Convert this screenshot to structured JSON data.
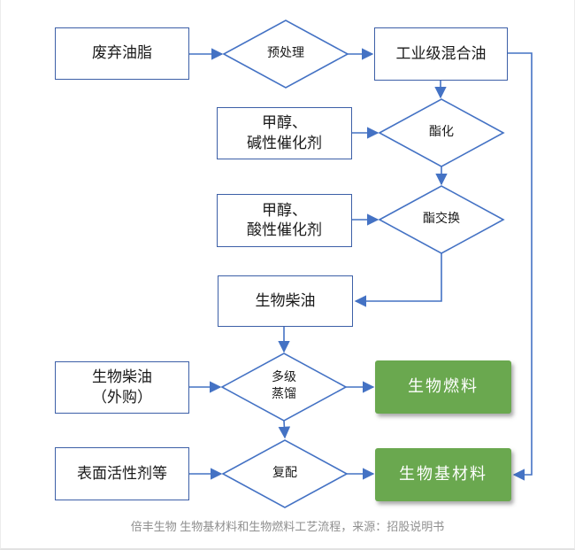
{
  "flowchart": {
    "nodes": {
      "waste_oil": {
        "label": "废弃油脂"
      },
      "pretreatment": {
        "label": "预处理"
      },
      "industrial_mixed_oil": {
        "label": "工业级混合油"
      },
      "methanol_alkaline": {
        "line1": "甲醇、",
        "line2": "碱性催化剂"
      },
      "esterification": {
        "label": "酯化"
      },
      "methanol_acid": {
        "line1": "甲醇、",
        "line2": "酸性催化剂"
      },
      "transesterification": {
        "label": "酯交换"
      },
      "biodiesel": {
        "label": "生物柴油"
      },
      "biodiesel_purchased": {
        "line1": "生物柴油",
        "line2": "（外购）"
      },
      "multistage_distillation": {
        "line1": "多级",
        "line2": "蒸馏"
      },
      "biofuel": {
        "label": "生物燃料"
      },
      "surfactants": {
        "label": "表面活性剂等"
      },
      "compounding": {
        "label": "复配"
      },
      "biobased_material": {
        "label": "生物基材料"
      }
    },
    "caption": "倍丰生物 生物基材料和生物燃料工艺流程，来源：招股说明书",
    "colors": {
      "line": "#4472c4",
      "box_border": "#3c5fa7",
      "green_fill": "#6aa84f",
      "green_text": "#ffffff",
      "caption_text": "#8f8f8f"
    }
  }
}
